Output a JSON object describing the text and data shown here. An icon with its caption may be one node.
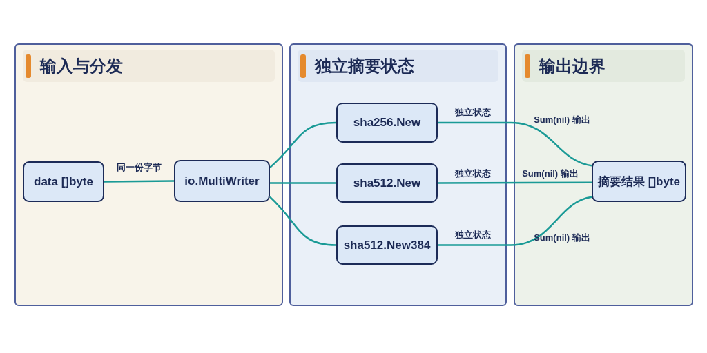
{
  "diagram": {
    "nodes": [
      {
        "text": [
          "输入与分发"
        ]
      },
      {
        "text": [
          "独立摘要状态"
        ]
      },
      {
        "text": [
          "输出边界"
        ]
      },
      {
        "text": [
          "data []byte"
        ],
        "in": 0
      },
      {
        "text": [
          "io.MultiWriter"
        ],
        "in": 0
      },
      {
        "text": [
          "sha256.New"
        ],
        "in": 1
      },
      {
        "text": [
          "sha512.New"
        ],
        "in": 1
      },
      {
        "text": [
          "sha512.New384"
        ],
        "in": 1
      },
      {
        "text": [
          "摘要结果 []byte"
        ],
        "in": 2
      }
    ],
    "edges": [
      {
        "from": 3,
        "to": 4,
        "arrow": "none",
        "label": "同一份字节"
      },
      {
        "from": 4,
        "to": 5,
        "arrow": "none"
      },
      {
        "from": 4,
        "to": 6,
        "arrow": "none"
      },
      {
        "from": 4,
        "to": 7,
        "arrow": "none"
      },
      {
        "from": 5,
        "to": 8,
        "arrow": "none",
        "label": "独立状态"
      },
      {
        "from": 6,
        "to": 8,
        "arrow": "none",
        "label": "独立状态"
      },
      {
        "from": 7,
        "to": 8,
        "arrow": "none",
        "label": "独立状态"
      }
    ],
    "labels": [
      "Sum(nil) 输出",
      "Sum(nil) 输出",
      "Sum(nil) 输出"
    ]
  }
}
